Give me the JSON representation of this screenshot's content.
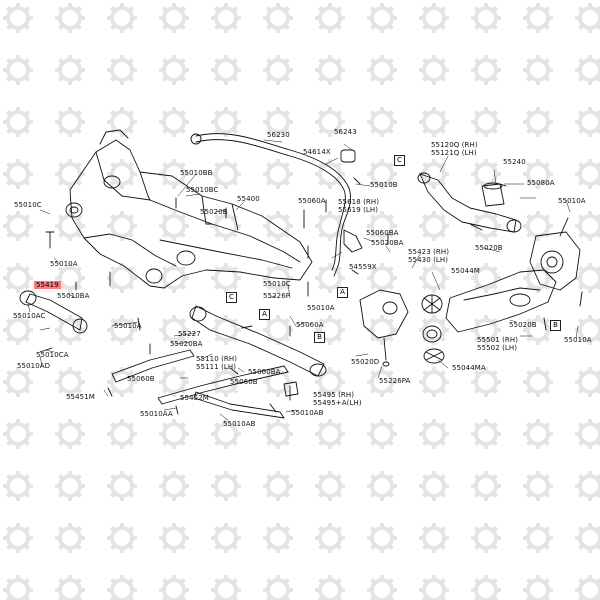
{
  "diagram": {
    "highlight_color": "#ff7a7a",
    "callouts": {
      "p56230": "56230",
      "p56243": "56243",
      "p54614x": "54614X",
      "p55010b_top": "55010B",
      "p55120q": [
        "55120Q (RH)",
        "55121Q (LH)"
      ],
      "p55240": "55240",
      "p55080a": "55080A",
      "p55010bb": "55010BB",
      "p55010bc": "55010BC",
      "p55400": "55400",
      "p55020b_mid": "55020B",
      "p55010c": "55010C",
      "p55060a_top": "55060A",
      "p55618": [
        "55618 (RH)",
        "55619 (LH)"
      ],
      "p55060ba": "55060BA",
      "p55020ba_r": "55020BA",
      "p55010a_r": "55010A",
      "p55020b_r": "55020B",
      "p55423": [
        "55423 (RH)",
        "55430 (LH)"
      ],
      "p55044m": "55044M",
      "p54559x": "54559X",
      "p55010a_left": "55010A",
      "p55419": "55419",
      "p55010ba": "55010BA",
      "p55010c_mid": "55010C",
      "p55226p": "55226P",
      "p55010a_c": "55010A",
      "p55010ac": "55010AC",
      "p55010a_mid": "55010A",
      "p55060a_mid": "55060A",
      "p55020b_rr": "55020B",
      "p55501": [
        "55501 (RH)",
        "55502 (LH)"
      ],
      "p55010a_rr": "55010A",
      "p55227": "55227",
      "p55020ba_c": "55020BA",
      "p55010ca": "55010CA",
      "p55010ad": "55010AD",
      "p55110": [
        "55110 (RH)",
        "55111 (LH)"
      ],
      "p55060ba_c": "55060BA",
      "p55020d": "55020D",
      "p55044ma": "55044MA",
      "p55226pa": "55226PA",
      "p55060b_l": "55060B",
      "p55060b_c": "55060B",
      "p55451m": "55451M",
      "p55452m": "55452M",
      "p55495": [
        "55495 (RH)",
        "55495+A(LH)"
      ],
      "p55010aa": "55010AA",
      "p55010ab": "55010AB",
      "p55010ab2": "55010AB"
    },
    "section_marks": {
      "c_top": "C",
      "c_mid": "C",
      "a_mid": "A",
      "a_right": "A",
      "b_right": "B",
      "b_mid": "B"
    }
  }
}
